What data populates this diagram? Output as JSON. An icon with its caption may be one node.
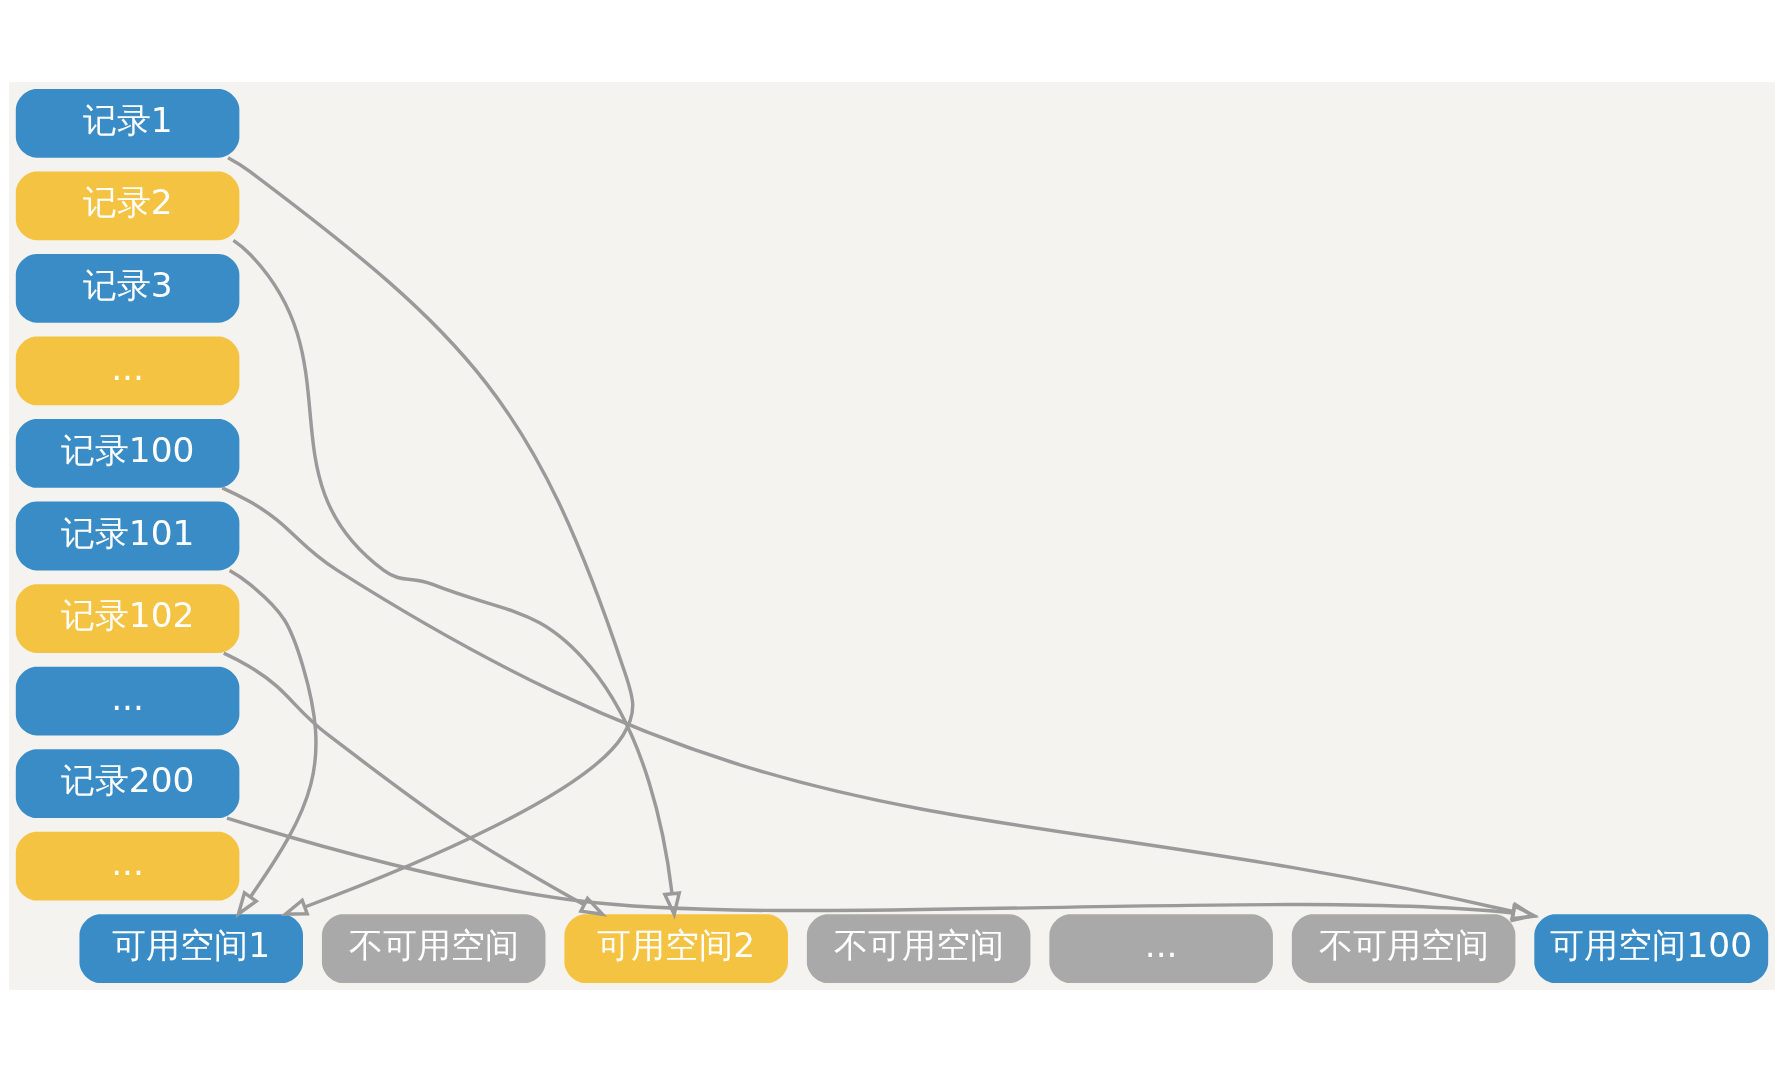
{
  "diagram": {
    "nodes": [
      {
        "text": [
          "记录1"
        ]
      },
      {
        "text": [
          "记录2"
        ]
      },
      {
        "text": [
          "记录3"
        ]
      },
      {
        "text": [
          "..."
        ]
      },
      {
        "text": [
          "记录100"
        ]
      },
      {
        "text": [
          "记录101"
        ]
      },
      {
        "text": [
          "记录102"
        ]
      },
      {
        "text": [
          "..."
        ]
      },
      {
        "text": [
          "记录200"
        ]
      },
      {
        "text": [
          "..."
        ]
      },
      {
        "text": [
          "可用空间1"
        ]
      },
      {
        "text": [
          "不可用空间"
        ]
      },
      {
        "text": [
          "可用空间2"
        ]
      },
      {
        "text": [
          "不可用空间"
        ]
      },
      {
        "text": [
          "..."
        ]
      },
      {
        "text": [
          "不可用空间"
        ]
      },
      {
        "text": [
          "可用空间100"
        ]
      }
    ],
    "edges": [
      {
        "from": 0,
        "to": 10,
        "arrow": "to"
      },
      {
        "from": 5,
        "to": 10,
        "arrow": "to"
      },
      {
        "from": 1,
        "to": 12,
        "arrow": "to"
      },
      {
        "from": 6,
        "to": 12,
        "arrow": "to"
      },
      {
        "from": 4,
        "to": 16,
        "arrow": "to"
      },
      {
        "from": 8,
        "to": 16,
        "arrow": "to"
      }
    ]
  }
}
